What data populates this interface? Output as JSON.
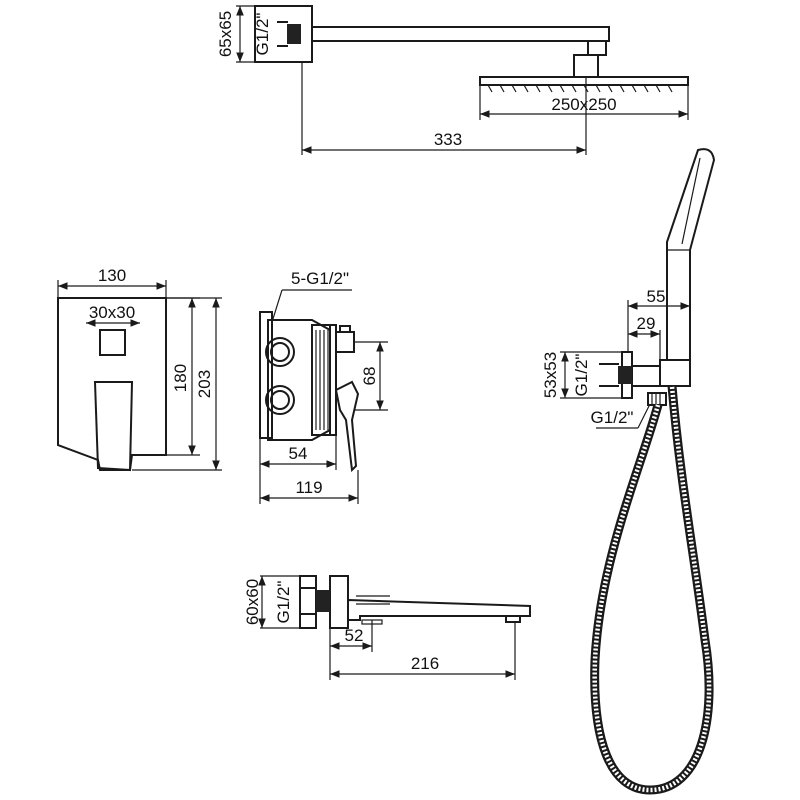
{
  "labels": {
    "arm_size": "65x65",
    "arm_thread": "G1/2\"",
    "head_size": "250x250",
    "arm_length": "333",
    "plate_width": "130",
    "knob_size": "30x30",
    "plate_h1": "180",
    "plate_h2": "203",
    "valve_outlets": "5-G1/2\"",
    "valve_68": "68",
    "valve_54": "54",
    "valve_119": "119",
    "holder_55": "55",
    "holder_29": "29",
    "holder_size": "53x53",
    "holder_thread": "G1/2\"",
    "hose_thread": "G1/2\"",
    "spout_size": "60x60",
    "spout_thread": "G1/2\"",
    "spout_52": "52",
    "spout_216": "216"
  }
}
